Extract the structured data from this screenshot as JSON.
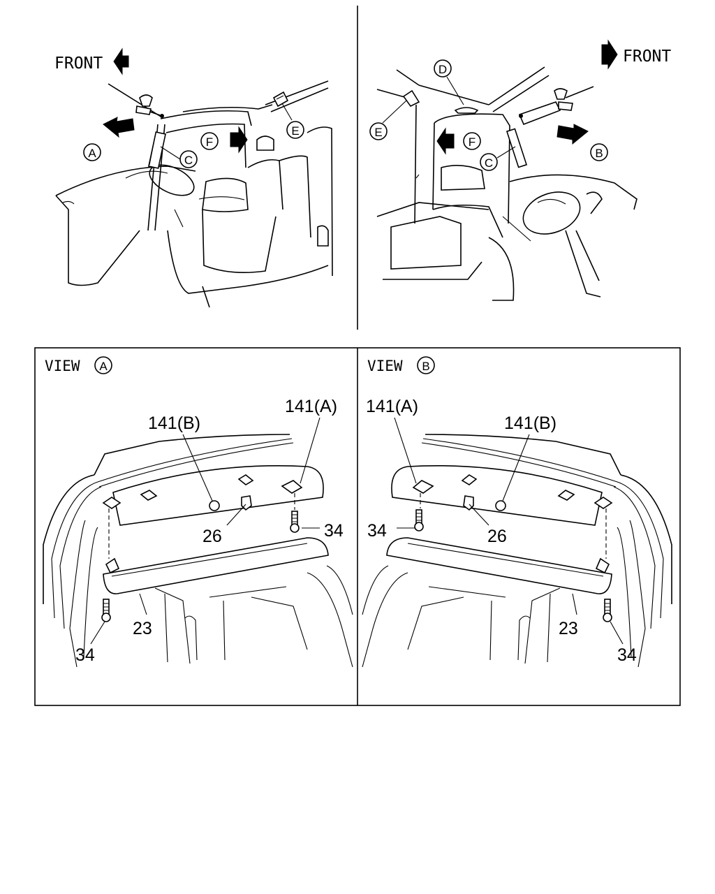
{
  "left_scene": {
    "front_label": "FRONT",
    "callouts": {
      "a": "A",
      "c": "C",
      "e": "E",
      "f": "F"
    }
  },
  "right_scene": {
    "front_label": "FRONT",
    "callouts": {
      "b": "B",
      "c": "C",
      "d": "D",
      "e": "E",
      "f": "F"
    }
  },
  "view_a": {
    "title_prefix": "VIEW",
    "title_circle": "A",
    "parts": {
      "clip_b": "141(B)",
      "clip_a": "141(A)",
      "holder": "26",
      "screw_top": "34",
      "visor": "23",
      "screw_bottom": "34"
    }
  },
  "view_b": {
    "title_prefix": "VIEW",
    "title_circle": "B",
    "parts": {
      "clip_a": "141(A)",
      "clip_b": "141(B)",
      "screw_top": "34",
      "holder": "26",
      "visor": "23",
      "screw_bottom": "34"
    }
  }
}
